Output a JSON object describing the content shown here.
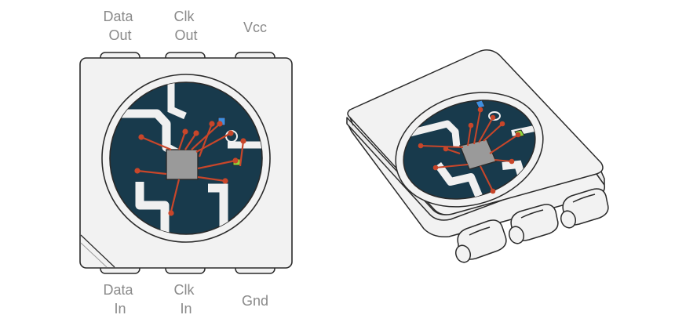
{
  "pins_top": [
    {
      "line1": "Data",
      "line2": "Out"
    },
    {
      "line1": "Clk",
      "line2": "Out"
    },
    {
      "line1": "Vcc",
      "line2": ""
    }
  ],
  "pins_bottom": [
    {
      "line1": "Data",
      "line2": "In"
    },
    {
      "line1": "Clk",
      "line2": "In"
    },
    {
      "line1": "Gnd",
      "line2": ""
    }
  ],
  "colors": {
    "package_fill": "#f2f2f2",
    "outline": "#2a2a2a",
    "die_background": "#183a4c",
    "trace": "#f0f0f0",
    "chip": "#9a9a9a",
    "bond_wire": "#c8462a",
    "led_blue": "#3f8fe0",
    "led_green": "#8fd83a"
  }
}
